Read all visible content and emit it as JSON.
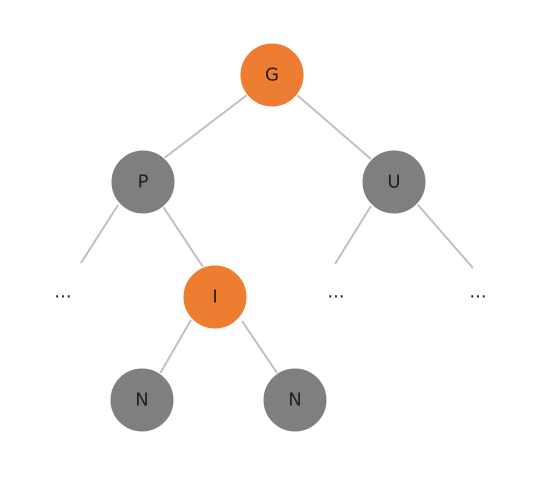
{
  "colors": {
    "highlight": "#ed7d31",
    "default": "#7f7f7f",
    "edge": "#c0c0c0",
    "text": "#1f1f1f"
  },
  "nodes": {
    "g": {
      "label": "G",
      "highlight": true
    },
    "p": {
      "label": "P",
      "highlight": false
    },
    "u": {
      "label": "U",
      "highlight": false
    },
    "i": {
      "label": "I",
      "highlight": true
    },
    "n_left": {
      "label": "N",
      "highlight": false
    },
    "n_right": {
      "label": "N",
      "highlight": false
    }
  },
  "ellipses": {
    "p_left": "...",
    "u_left": "...",
    "u_right": "..."
  }
}
